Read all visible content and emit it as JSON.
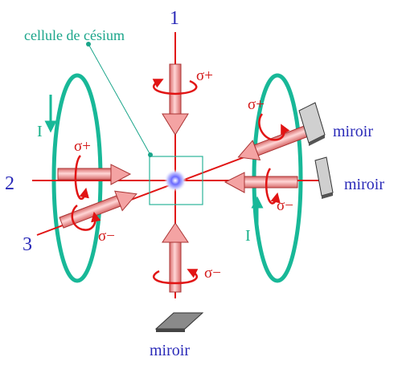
{
  "axes": {
    "axis_1": "1",
    "axis_2": "2",
    "axis_3": "3"
  },
  "labels": {
    "cell": "cellule de césium",
    "mirror_top": "miroir",
    "mirror_right": "miroir",
    "mirror_bottom": "miroir",
    "current_left": "I",
    "current_right": "I"
  },
  "polarizations": {
    "top": "σ+",
    "left": "σ+",
    "oblique_left": "σ−",
    "oblique_right": "σ+",
    "right": "σ−",
    "bottom": "σ−"
  },
  "colors": {
    "laser": "#e11414",
    "coil": "#18b898",
    "label_blue": "#2a2ab8",
    "label_teal": "#1aa58a",
    "beam_arrow": "#f4a3a3",
    "mirror": "#7a7a7a"
  }
}
